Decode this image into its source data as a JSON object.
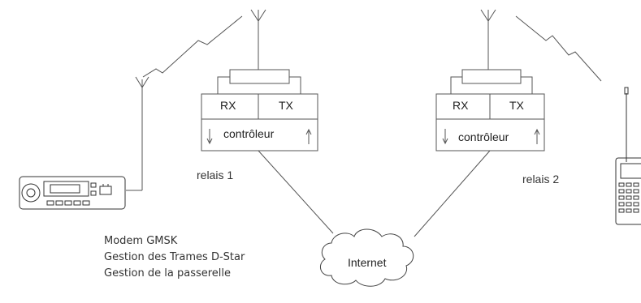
{
  "relay1": {
    "rx": "RX",
    "tx": "TX",
    "controller": "contrôleur",
    "name": "relais 1"
  },
  "relay2": {
    "rx": "RX",
    "tx": "TX",
    "controller": "contrôleur",
    "name": "relais 2"
  },
  "network": {
    "label": "Internet"
  },
  "notes": [
    "Modem GMSK",
    "Gestion des Trames D-Star",
    "Gestion de la passerelle"
  ],
  "colors": {
    "line": "#555555",
    "box": "#333333"
  }
}
